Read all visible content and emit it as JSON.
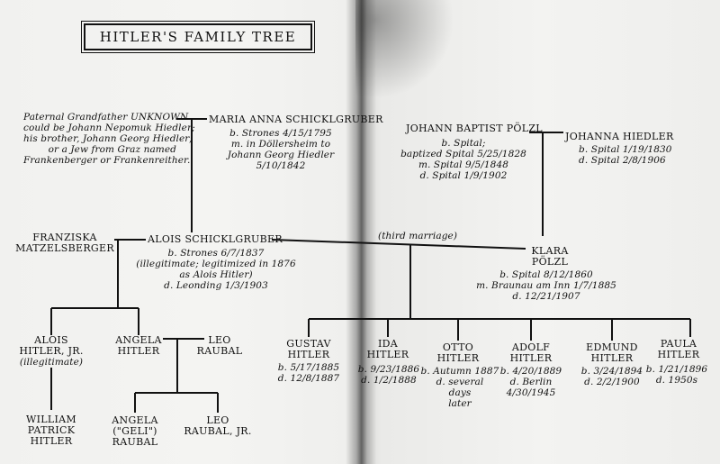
{
  "title": "HITLER'S FAMILY TREE",
  "people": {
    "grandfather_note": "Paternal Grandfather UNKNOWN\ncould be Johann Nepomuk Hiedler;\nhis brother, Johann Georg Hiedler;\nor a Jew from Graz named\nFrankenberger or Frankenreither.",
    "maria_name": "MARIA ANNA SCHICKLGRUBER",
    "maria_details": "b. Strones 4/15/1795\nm. in Döllersheim to\nJohann Georg Hiedler\n5/10/1842",
    "johann_name": "JOHANN BAPTIST PÖLZL",
    "johann_details": "b. Spital;\nbaptized Spital 5/25/1828\nm. Spital 9/5/1848\nd. Spital 1/9/1902",
    "johanna_name": "JOHANNA HIEDLER",
    "johanna_details": "b. Spital 1/19/1830\nd. Spital 2/8/1906",
    "franziska_name": "FRANZISKA\nMATZELSBERGER",
    "alois_name": "ALOIS SCHICKLGRUBER",
    "alois_details": "b. Strones 6/7/1837\n(illegitimate; legitimized in 1876\nas Alois Hitler)\nd. Leonding 1/3/1903",
    "third_marriage": "(third marriage)",
    "klara_name": "KLARA\nPÖLZL",
    "klara_details": "b. Spital 8/12/1860\nm. Braunau am Inn 1/7/1885\nd. 12/21/1907",
    "alois_jr_name": "ALOIS\nHITLER, JR.",
    "alois_jr_note": "(illegitimate)",
    "angela_name": "ANGELA\nHITLER",
    "leo_name": "LEO\nRAUBAL",
    "william_name": "WILLIAM\nPATRICK\nHITLER",
    "geli_name": "ANGELA\n(\"GELI\")\nRAUBAL",
    "leo_jr_name": "LEO\nRAUBAL, JR.",
    "gustav_name": "GUSTAV\nHITLER",
    "gustav_details": "b. 5/17/1885\nd. 12/8/1887",
    "ida_name": "IDA\nHITLER",
    "ida_details": "b. 9/23/1886\nd. 1/2/1888",
    "otto_name": "OTTO\nHITLER",
    "otto_details": "b. Autumn 1887\nd. several\ndays\nlater",
    "adolf_name": "ADOLF\nHITLER",
    "adolf_details": "b. 4/20/1889\nd. Berlin\n4/30/1945",
    "edmund_name": "EDMUND\nHITLER",
    "edmund_details": "b. 3/24/1894\nd. 2/2/1900",
    "paula_name": "PAULA\nHITLER",
    "paula_details": "b. 1/21/1896\nd. 1950s"
  }
}
